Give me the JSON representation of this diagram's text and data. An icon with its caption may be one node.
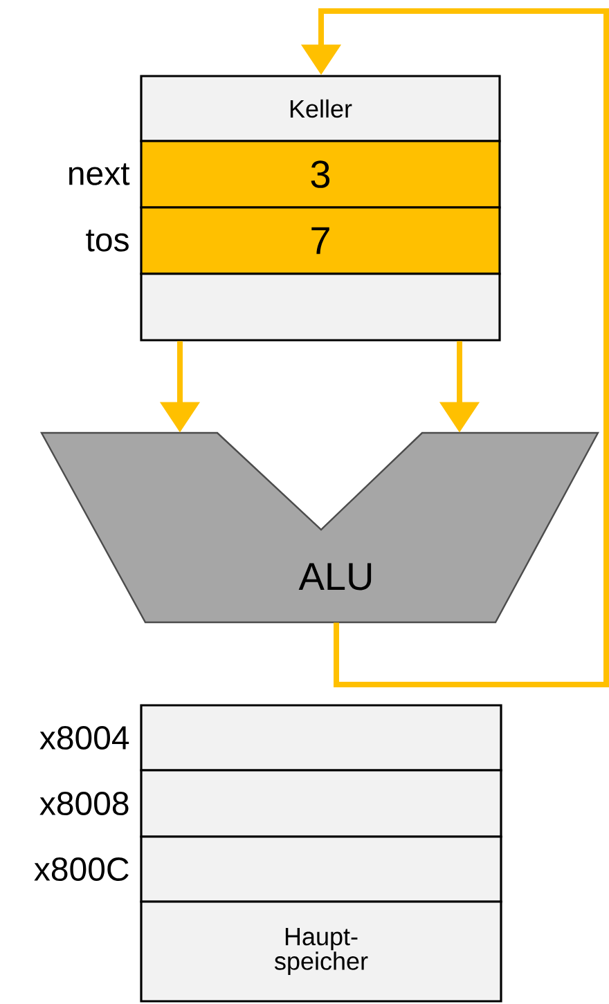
{
  "diagram": {
    "nodes": [
      {
        "text": [
          "Keller"
        ]
      },
      {
        "text": [
          "3"
        ],
        "beside": [
          "next"
        ]
      },
      {
        "text": [
          "7"
        ],
        "beside": [
          "tos"
        ]
      },
      {
        "text": [],
        "shape": "box"
      },
      {
        "text": [
          "ALU"
        ]
      },
      {
        "text": [],
        "shape": "box",
        "beside": [
          "x8004"
        ]
      },
      {
        "text": [],
        "shape": "box",
        "beside": [
          "x8008"
        ]
      },
      {
        "text": [],
        "shape": "box",
        "beside": [
          "x800C"
        ]
      },
      {
        "text": [
          "Haupt- speicher"
        ]
      }
    ],
    "edges": [
      {
        "from": 3,
        "to": 4,
        "arrow": "to"
      },
      {
        "from": 3,
        "to": 4,
        "arrow": "to"
      },
      {
        "from": 4,
        "to": 0,
        "arrow": "to"
      }
    ]
  }
}
